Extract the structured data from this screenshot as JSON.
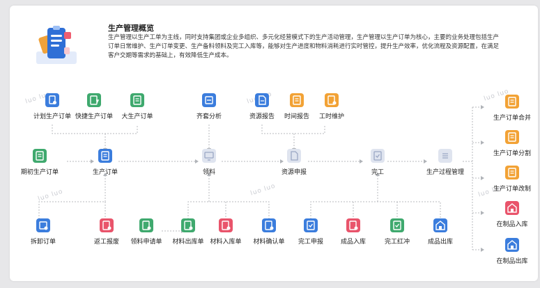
{
  "header": {
    "title": "生产管理概览",
    "desc_line1": "生产管理以生产工单为主线，同时支持集团或企业多组织、多元化经营模式下的生产活动管理，生产管理以生产订单为核心，主要的业务处理包括生产",
    "desc_line2": "订单日常维护、生产订单变更、生产备料领料及完工入库等，能够对生产进度和物料消耗进行实时管控，提升生产效率，优化流程及资源配置，在满足",
    "desc_line3": "客户交期等需求的基础上，有效降低生产成本。"
  },
  "watermark": "luo luo",
  "nodes": {
    "plan_order": "计划生产订单",
    "quick_order": "快捷生产订单",
    "big_order": "大生产订单",
    "kit_analysis": "齐套分析",
    "resource_report": "资源报告",
    "time_report": "时间报告",
    "hour_maintain": "工时维护",
    "opening_order": "期初生产订单",
    "production_order": "生产订单",
    "picking": "领料",
    "resource_declare": "资源申报",
    "completion": "完工",
    "process_mgmt": "生产过程管理",
    "split_order": "拆卸订单",
    "rework_report": "返工报废",
    "picking_request": "领料申请单",
    "material_out": "材料出库单",
    "material_in": "材料入库单",
    "material_confirm": "材料确认单",
    "completion_declare": "完工申报",
    "finished_in": "成品入库",
    "completion_reverse": "完工红冲",
    "finished_out": "成品出库",
    "order_merge": "生产订单合并",
    "order_split": "生产订单分割",
    "order_change": "生产订单改制",
    "wip_in": "在制品入库",
    "wip_out": "在制品出库"
  },
  "colors": {
    "blue": "#3b7ddd",
    "green": "#3fa96e",
    "orange": "#f2a235",
    "red": "#e9546b",
    "grey": "#dfe4ef"
  }
}
